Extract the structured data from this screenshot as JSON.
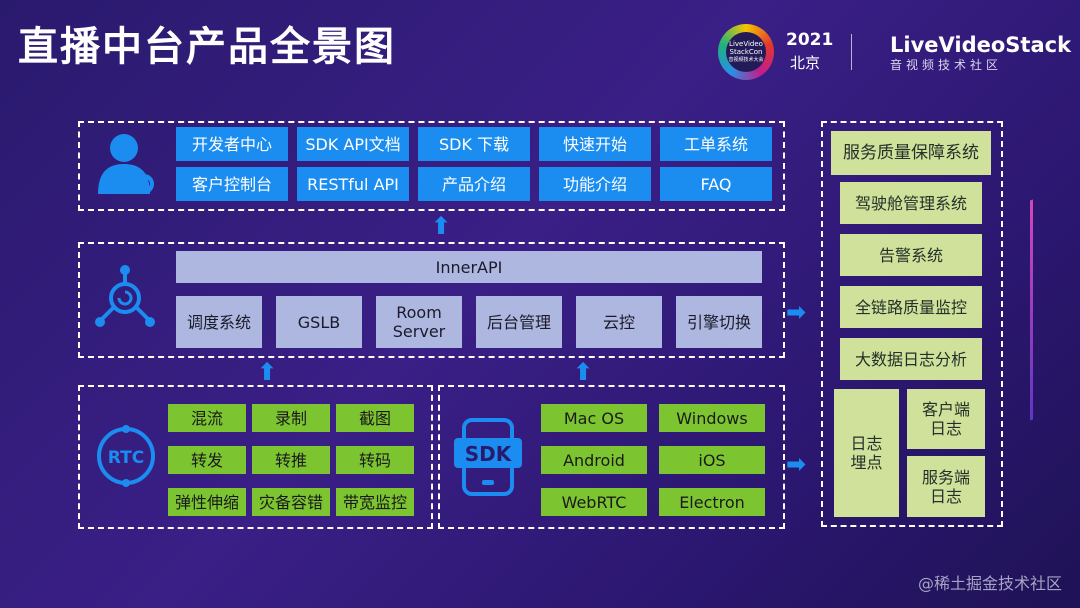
{
  "title": "直播中台产品全景图",
  "header": {
    "logo_text": [
      "LiveVideo",
      "StackCon",
      "音视频技术大会"
    ],
    "year": "2021",
    "city": "北京",
    "brand": "LiveVideoStack",
    "brand_sub": "音视频技术社区"
  },
  "portal": {
    "row1": [
      "开发者中心",
      "SDK API文档",
      "SDK 下载",
      "快速开始",
      "工单系统"
    ],
    "row2": [
      "客户控制台",
      "RESTful API",
      "产品介绍",
      "功能介绍",
      "FAQ"
    ]
  },
  "core": {
    "inner_api": "InnerAPI",
    "modules": [
      "调度系统",
      "GSLB",
      "Room\nServer",
      "后台管理",
      "云控",
      "引擎切换"
    ]
  },
  "rtc": {
    "label": "RTC",
    "features": [
      [
        "混流",
        "录制",
        "截图"
      ],
      [
        "转发",
        "转推",
        "转码"
      ],
      [
        "弹性伸缩",
        "灾备容错",
        "带宽监控"
      ]
    ]
  },
  "sdk": {
    "label": "SDK",
    "platforms": [
      [
        "Mac OS",
        "Windows"
      ],
      [
        "Android",
        "iOS"
      ],
      [
        "WebRTC",
        "Electron"
      ]
    ]
  },
  "quality": {
    "title": "服务质量保障系统",
    "items": [
      "驾驶舱管理系统",
      "告警系统",
      "全链路质量监控",
      "大数据日志分析"
    ],
    "log_point": "日志\n埋点",
    "client_log": "客户端\n日志",
    "server_log": "服务端\n日志"
  },
  "watermark": "@稀土掘金技术社区"
}
